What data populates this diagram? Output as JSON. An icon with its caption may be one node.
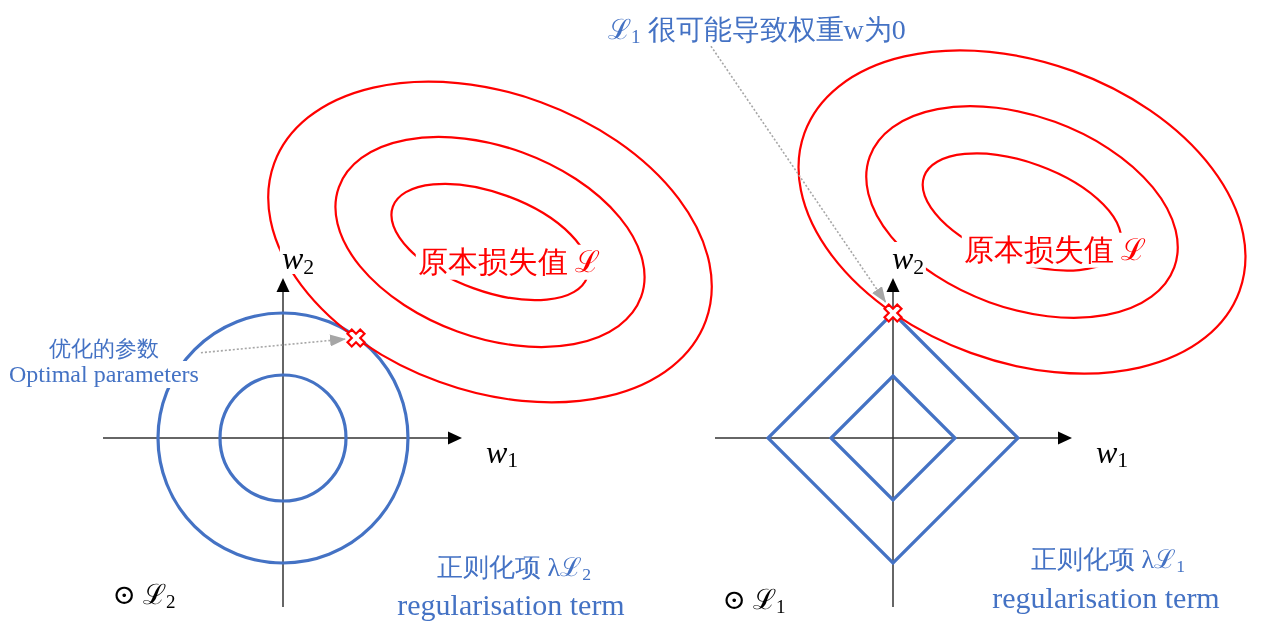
{
  "diagram": {
    "nodes": [
      {
        "text": [
          "优化的参数",
          "Optimal parameters"
        ]
      },
      {
        "text": [],
        "shape": "cross"
      },
      {
        "text": [
          "ℒ$_{1}$ 很可能导致权重w为0"
        ]
      },
      {
        "text": [],
        "shape": "cross"
      }
    ],
    "edges": [
      {
        "from": 0,
        "to": 1,
        "arrow": "to",
        "style": "dashed",
        "color": "#a6a6a6"
      },
      {
        "from": 2,
        "to": 3,
        "arrow": "to",
        "style": "dashed",
        "color": "#a6a6a6"
      }
    ],
    "labels": [
      "原本损失值 ℒ",
      "*w*$_{2}$",
      "*w*$_{1}$",
      "⊙ ℒ$_{2}$",
      "正则化项 λℒ$_{2}$",
      "regularisation term",
      "原本损失值 ℒ",
      "*w*$_{2}$",
      "*w*$_{1}$",
      "⊙ ℒ$_{1}$",
      "正则化项 λℒ$_{1}$",
      "regularisation term"
    ]
  }
}
